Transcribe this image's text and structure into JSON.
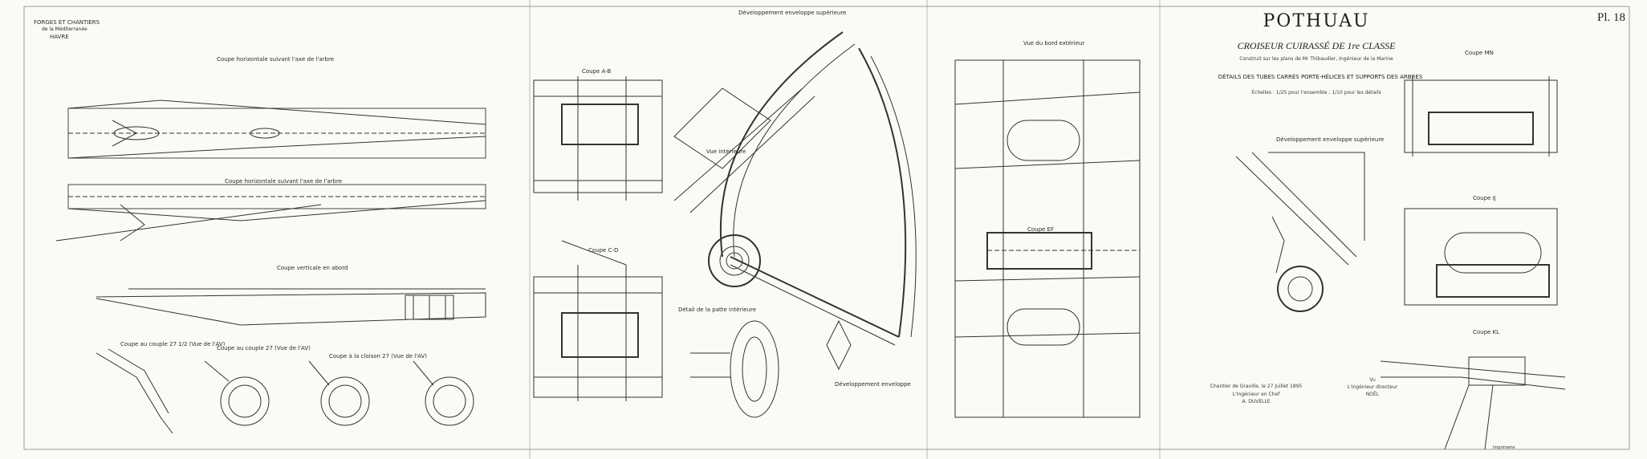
{
  "header": {
    "maker": "FORGES ET CHANTIERS",
    "maker_line2": "de la Méditerranée",
    "maker_line3": "HAVRE",
    "plate_no": "Pl. 18",
    "top_strip": "Développement enveloppe supérieure"
  },
  "title_block": {
    "ship": "POTHUAU",
    "class": "CROISEUR CUIRASSÉ DE 1re CLASSE",
    "credit": "Construit sur les plans de Mr Thibaudier, Ingénieur de la Marine",
    "subject": "DÉTAILS DES TUBES CARRÉS PORTE-HÉLICES ET SUPPORTS DES ARBRES",
    "scale": "Échelles : 1/25 pour l'ensemble ; 1/10 pour les détails",
    "sig_left": "Chantier de Graville, le 27 Juillet 1895",
    "sig_left2": "L'Ingénieur en Chef",
    "sig_left3": "A. DUVELLE",
    "sig_right": "Vu",
    "sig_right2": "L'Ingénieur directeur",
    "sig_right3": "NOËL"
  },
  "labels": {
    "left_top": "Coupe horizontale suivant l'axe de l'arbre",
    "left_mid": "Coupe horizontale suivant l'axe de l'arbre",
    "left_long": "Coupe verticale en abord",
    "left_c1": "Coupe au couple 27 1/2 (Vue de l'AV)",
    "left_c2": "Coupe au couple 27 (Vue de l'AV)",
    "left_c3": "Coupe à la cloison 27 (Vue de l'AV)",
    "mid_top": "Coupe A-B",
    "mid_bot": "Coupe C-D",
    "mid_view": "Vue intérieure",
    "mid_detail": "Détail de la patte intérieure",
    "mid_dev": "Développement enveloppe",
    "right_view": "Vue du bord extérieur",
    "right_section": "Coupe EF",
    "far_top": "Coupe MN",
    "far_dev": "Développement enveloppe supérieure",
    "far_mid": "Coupe IJ",
    "far_bot": "Coupe KL",
    "footer": "Imprimerie"
  }
}
